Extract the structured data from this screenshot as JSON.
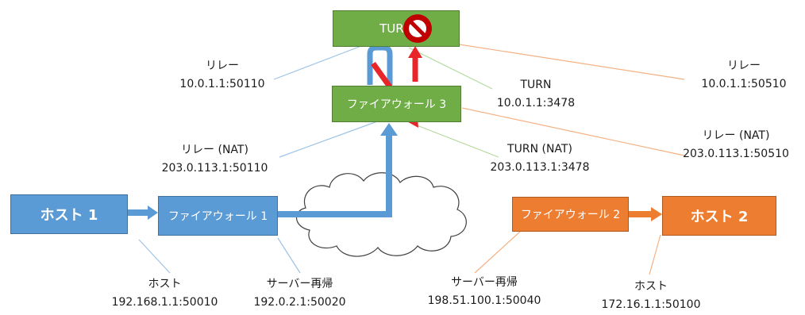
{
  "nodes": {
    "turn_server": "TURN",
    "firewall3": "ファイアウォール 3",
    "firewall1": "ファイアウォール 1",
    "firewall2": "ファイアウォール 2",
    "host1": "ホスト 1",
    "host2": "ホスト 2"
  },
  "labels": {
    "relay_left": {
      "title": "リレー",
      "address": "10.0.1.1:50110"
    },
    "relay_right": {
      "title": "リレー",
      "address": "10.0.1.1:50510"
    },
    "turn": {
      "title": "TURN",
      "address": "10.0.1.1:3478"
    },
    "relay_nat_left": {
      "title": "リレー (NAT)",
      "address": "203.0.113.1:50110"
    },
    "turn_nat": {
      "title": "TURN (NAT)",
      "address": "203.0.113.1:3478"
    },
    "relay_nat_right": {
      "title": "リレー (NAT)",
      "address": "203.0.113.1:50510"
    },
    "host1": {
      "title": "ホスト",
      "address": "192.168.1.1:50010"
    },
    "srflx1": {
      "title": "サーバー再帰",
      "address": "192.0.2.1:50020"
    },
    "srflx2": {
      "title": "サーバー再帰",
      "address": "198.51.100.1:50040"
    },
    "host2": {
      "title": "ホスト",
      "address": "172.16.1.1:50100"
    }
  },
  "icons": [
    "no-entry-icon",
    "cloud-icon"
  ],
  "colors": {
    "green": "#70ad47",
    "blue": "#5b9bd5",
    "orange": "#ed7d31",
    "red": "#e8262a"
  }
}
